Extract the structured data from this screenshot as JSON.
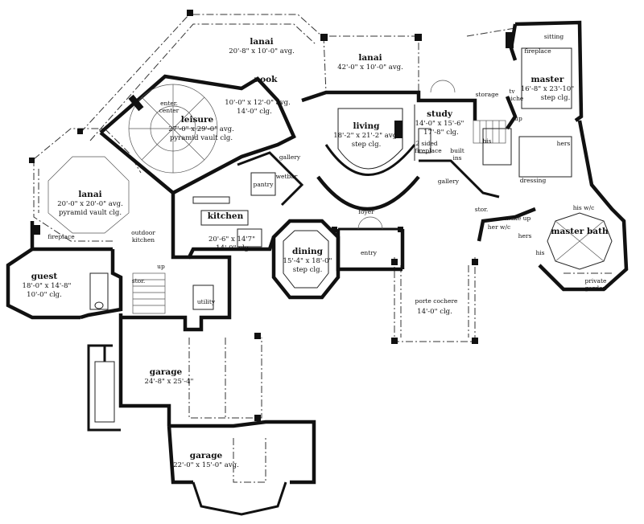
{
  "rooms": {
    "lanai_top": {
      "name": "lanai",
      "dims": "20'-8\" x 10'-0\" avg."
    },
    "lanai_mid": {
      "name": "lanai",
      "dims": "42'-0\" x 10'-0\" avg."
    },
    "sitting": {
      "name": "sitting"
    },
    "fireplace_master": {
      "name": "fireplace"
    },
    "master": {
      "name": "master",
      "dims": "16'-8\" x 23'-10\"",
      "clg": "step clg."
    },
    "nook": {
      "name": "nook",
      "dims": "10'-0\" x 12'-0\" avg.",
      "clg": "14'-0\" clg."
    },
    "enter_center": {
      "line1": "enter.",
      "line2": "center"
    },
    "leisure": {
      "name": "leisure",
      "dims": "27'-0\" x 29'-0\" avg.",
      "clg": "pyramid vault clg."
    },
    "living": {
      "name": "living",
      "dims": "18'-2\" x 21'-2\" avg.",
      "clg": "step clg."
    },
    "study": {
      "name": "study",
      "dims": "14'-0\" x 15'-6\"",
      "clg": "17'-8\" clg."
    },
    "storage": {
      "name": "storage"
    },
    "tv_niche": {
      "line1": "tv",
      "line2": "niche"
    },
    "up_master": {
      "name": "up"
    },
    "his_closet": {
      "name": "his"
    },
    "hers_closet": {
      "name": "hers"
    },
    "two_sided_fireplace": {
      "line1": "2 sided",
      "line2": "fireplace"
    },
    "built_ins": {
      "line1": "built",
      "line2": "ins"
    },
    "gallery_left": {
      "name": "gallery"
    },
    "wetbar": {
      "name": "wetbar"
    },
    "pantry": {
      "name": "pantry"
    },
    "gallery_right": {
      "name": "gallery"
    },
    "dressing": {
      "name": "dressing"
    },
    "lanai_left": {
      "name": "lanai",
      "dims": "20'-0\" x 20'-0\" avg.",
      "clg": "pyramid vault clg."
    },
    "kitchen": {
      "name": "kitchen",
      "dims": "20'-6\" x 14'7\"",
      "clg": "14'-0\" clg."
    },
    "foyer": {
      "name": "foyer"
    },
    "stor_master": {
      "name": "stor."
    },
    "make_up": {
      "name": "make up"
    },
    "his_wc": {
      "name": "his w/c"
    },
    "her_wc": {
      "name": "her w/c"
    },
    "master_bath": {
      "name": "master bath"
    },
    "hers_bath": {
      "name": "hers"
    },
    "his_bath": {
      "name": "his"
    },
    "fireplace_lanai": {
      "name": "fireplace"
    },
    "outdoor_kitchen": {
      "line1": "outdoor",
      "line2": "kitchen"
    },
    "dining": {
      "name": "dining",
      "dims": "15'-4\" x 18'-0\"",
      "clg": "step clg."
    },
    "entry": {
      "name": "entry"
    },
    "private_garden": {
      "line1": "private",
      "line2": "garden"
    },
    "guest": {
      "name": "guest",
      "dims": "18'-0\" x 14'-8\"",
      "clg": "10'-0\" clg."
    },
    "up_stair": {
      "name": "up"
    },
    "stor_stair": {
      "name": "stor."
    },
    "utility": {
      "name": "utility"
    },
    "porte_cochere": {
      "name": "porte cochere",
      "clg": "14'-0\" clg."
    },
    "garage_main": {
      "name": "garage",
      "dims": "24'-8\" x 25'-4\""
    },
    "garage_small": {
      "name": "garage",
      "dims": "22'-0\" x 15'-0\" avg."
    }
  }
}
